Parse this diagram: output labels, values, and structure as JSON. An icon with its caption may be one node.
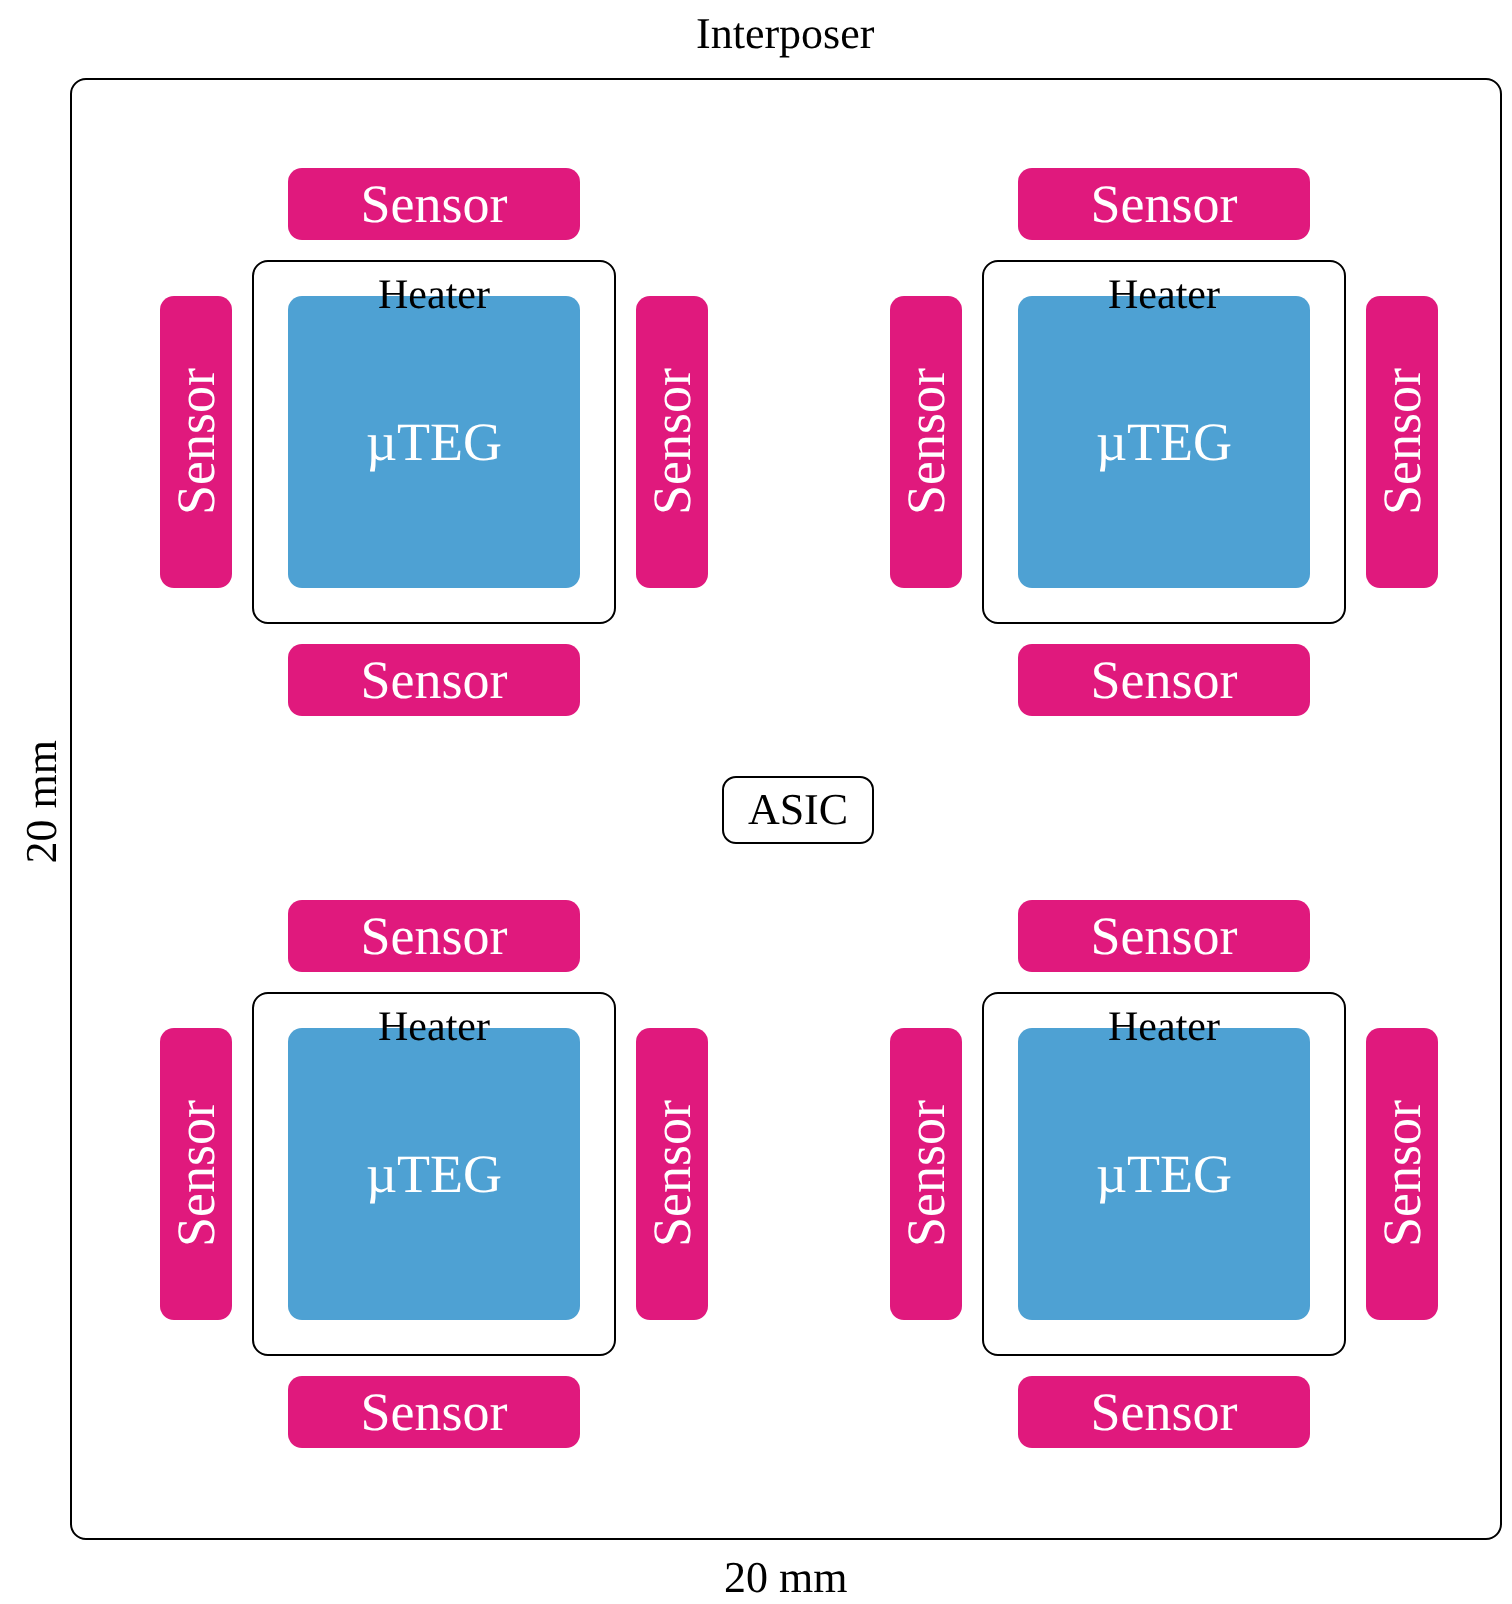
{
  "diagram": {
    "nodes": [
      {
        "text": [
          "Interposer"
        ]
      },
      {
        "text": [
          "Sensor"
        ],
        "in": 0
      },
      {
        "text": [
          "Sensor"
        ],
        "in": 0
      },
      {
        "text": [
          "Heater"
        ],
        "in": 0
      },
      {
        "text": [
          "µTEG"
        ],
        "in": 3
      },
      {
        "text": [
          "Sensor"
        ],
        "in": 0
      },
      {
        "text": [
          "Sensor"
        ],
        "in": 0
      },
      {
        "text": [
          "Sensor"
        ],
        "in": 0
      },
      {
        "text": [
          "Sensor"
        ],
        "in": 0
      },
      {
        "text": [
          "Heater"
        ],
        "in": 0
      },
      {
        "text": [
          "µTEG"
        ],
        "in": 9
      },
      {
        "text": [
          "Sensor"
        ],
        "in": 0
      },
      {
        "text": [
          "Sensor"
        ],
        "in": 0
      },
      {
        "text": [
          "ASIC"
        ],
        "in": 0
      },
      {
        "text": [
          "Sensor"
        ],
        "in": 0
      },
      {
        "text": [
          "Sensor"
        ],
        "in": 0
      },
      {
        "text": [
          "Heater"
        ],
        "in": 0
      },
      {
        "text": [
          "µTEG"
        ],
        "in": 16
      },
      {
        "text": [
          "Sensor"
        ],
        "in": 0
      },
      {
        "text": [
          "Sensor"
        ],
        "in": 0
      },
      {
        "text": [
          "Sensor"
        ],
        "in": 0
      },
      {
        "text": [
          "Sensor"
        ],
        "in": 0
      },
      {
        "text": [
          "Heater"
        ],
        "in": 0
      },
      {
        "text": [
          "µTEG"
        ],
        "in": 22
      },
      {
        "text": [
          "Sensor"
        ],
        "in": 0
      },
      {
        "text": [
          "Sensor"
        ],
        "in": 0
      }
    ],
    "edges": [],
    "labels": [
      "20 mm",
      "20 mm"
    ]
  }
}
